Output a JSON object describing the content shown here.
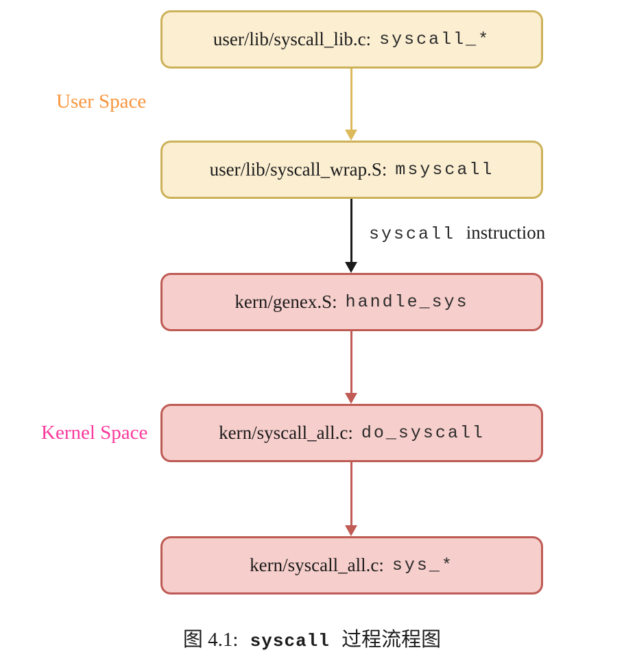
{
  "zones": {
    "user_space_label": "User Space",
    "kernel_space_label": "Kernel Space"
  },
  "nodes": [
    {
      "file": "user/lib/syscall_lib.c:",
      "symbol": "syscall_*"
    },
    {
      "file": "user/lib/syscall_wrap.S:",
      "symbol": "msyscall"
    },
    {
      "file": "kern/genex.S:",
      "symbol": "handle_sys"
    },
    {
      "file": "kern/syscall_all.c:",
      "symbol": "do_syscall"
    },
    {
      "file": "kern/syscall_all.c:",
      "symbol": "sys_*"
    }
  ],
  "edge_label": {
    "code": "syscall",
    "rest": "instruction"
  },
  "caption": {
    "figure": "图 4.1:",
    "code": "syscall",
    "rest": "过程流程图"
  },
  "colors": {
    "user_box_fill": "#fbeed1",
    "user_box_border": "#ccb159",
    "user_arrow": "#dcba5c",
    "kernel_box_fill": "#f6cecb",
    "kernel_box_border": "#be5a54",
    "kernel_arrow": "#c05b55",
    "syscall_arrow": "#1a1a1a",
    "user_space_label": "#f8953d",
    "kernel_space_label": "#fa399c"
  }
}
